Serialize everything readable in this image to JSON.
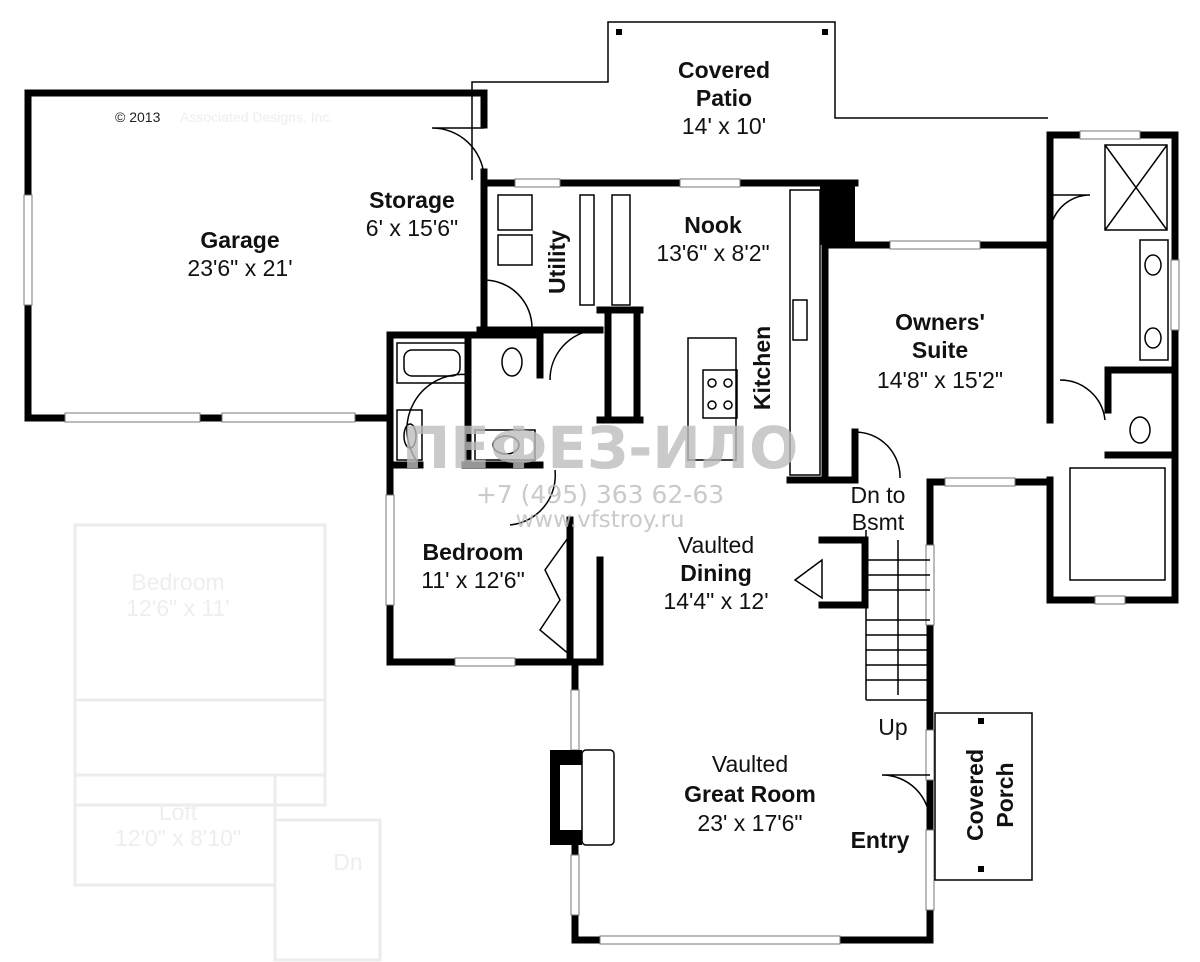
{
  "copyright": "© 2013",
  "copyright_faded": "Associated Designs, Inc.",
  "rooms": {
    "covered_patio": {
      "name1": "Covered",
      "name2": "Patio",
      "size": "14' x 10'"
    },
    "garage": {
      "name": "Garage",
      "size": "23'6\" x 21'"
    },
    "storage": {
      "name": "Storage",
      "size": "6' x 15'6\""
    },
    "utility": {
      "name": "Utility"
    },
    "nook": {
      "name": "Nook",
      "size": "13'6\" x 8'2\""
    },
    "kitchen": {
      "name": "Kitchen"
    },
    "owners_suite": {
      "name1": "Owners'",
      "name2": "Suite",
      "size": "14'8\" x 15'2\""
    },
    "bedroom": {
      "name": "Bedroom",
      "size": "11' x 12'6\""
    },
    "dining": {
      "name1": "Vaulted",
      "name2": "Dining",
      "size": "14'4\" x 12'"
    },
    "basement": {
      "line1": "Dn to",
      "line2": "Bsmt"
    },
    "great_room": {
      "name1": "Vaulted",
      "name2": "Great Room",
      "size": "23' x 17'6\""
    },
    "up": "Up",
    "entry": "Entry",
    "covered_porch": {
      "name1": "Covered",
      "name2": "Porch"
    }
  },
  "upper_floor_faded": {
    "bedroom": {
      "name": "Bedroom",
      "size": "12'6\" x 11'"
    },
    "loft": {
      "name": "Loft",
      "size": "12'0\" x 8'10\""
    },
    "dn": "Dn"
  },
  "watermark": {
    "logo": "ПЕФЕЗ-ИЛО",
    "phone": "+7 (495) 363 62-63",
    "site": "www.vfstroy.ru"
  }
}
